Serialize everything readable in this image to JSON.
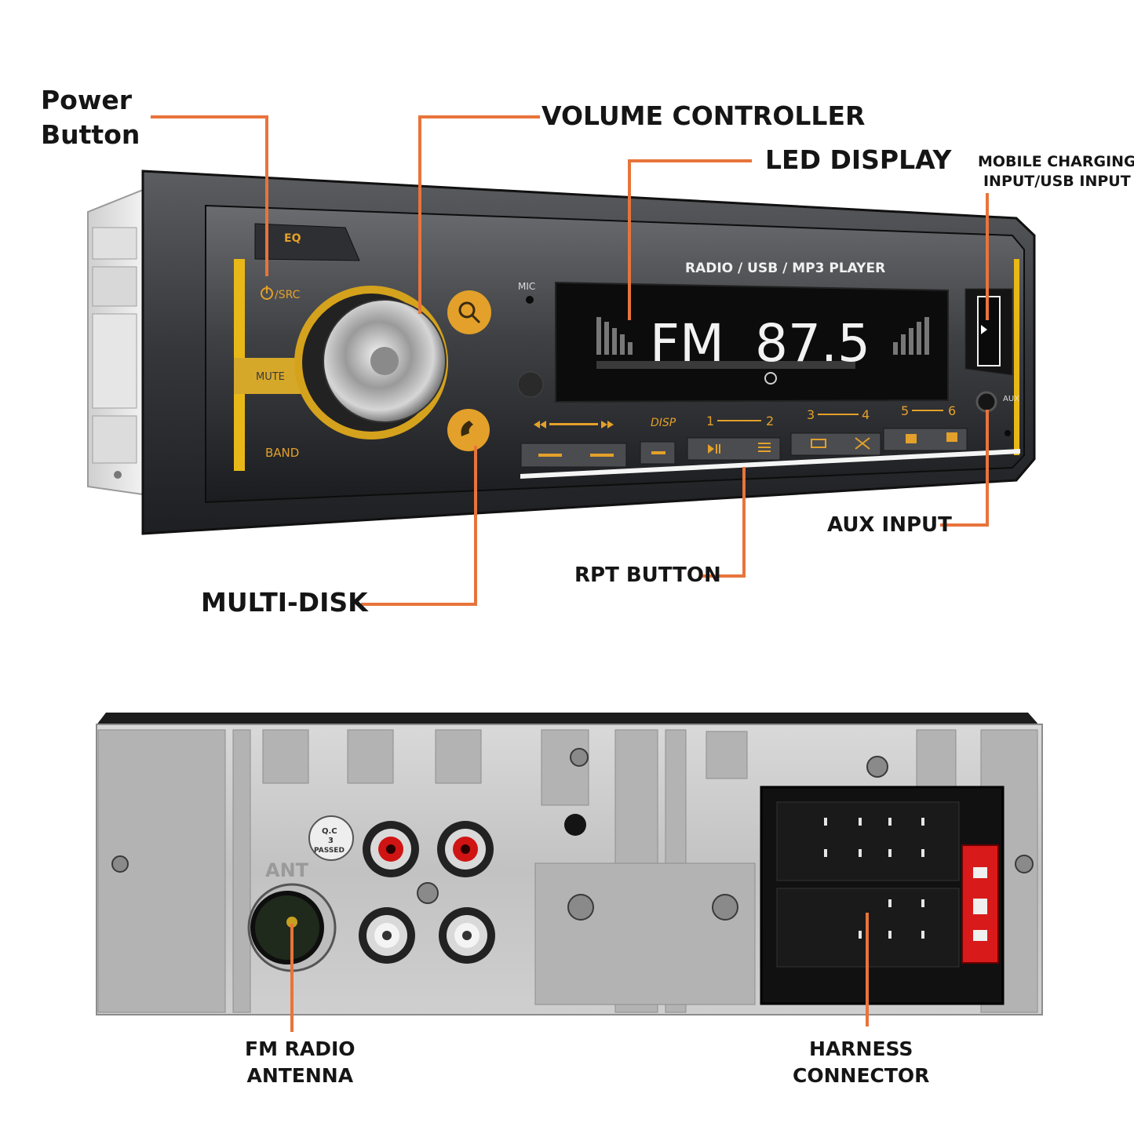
{
  "callouts": {
    "power_button": [
      "Power",
      "Button"
    ],
    "volume_controller": "VOLUME CONTROLLER",
    "led_display": "LED DISPLAY",
    "mobile_charging": [
      "MOBILE CHARGING",
      "INPUT/USB INPUT"
    ],
    "aux_input": "AUX INPUT",
    "rpt_button": "RPT BUTTON",
    "multi_disk": "MULTI-DISK",
    "fm_radio_antenna": [
      "FM RADIO",
      "ANTENNA"
    ],
    "harness_connector": [
      "HARNESS",
      "CONNECTOR"
    ]
  },
  "front_panel": {
    "eq_label": "EQ",
    "power_label": "/SRC",
    "mute_label": "MUTE",
    "band_label": "BAND",
    "mic_label": "MIC",
    "player_title": "RADIO / USB / MP3  PLAYER",
    "display_band": "FM",
    "display_freq": "87.5",
    "disp_label": "DISP",
    "preset_1": "1",
    "preset_2": "2",
    "preset_3": "3",
    "preset_4": "4",
    "preset_5": "5",
    "preset_6": "6",
    "aux_label": "AUX"
  },
  "back_panel": {
    "ant_label": "ANT",
    "qc_line1": "Q.C",
    "qc_line2": "3",
    "qc_line3": "PASSED"
  },
  "colors": {
    "leader": "#e8743b",
    "accent_yellow": "#e8b818",
    "button_orange": "#e3a02a",
    "display_white": "#f2f2f2"
  }
}
